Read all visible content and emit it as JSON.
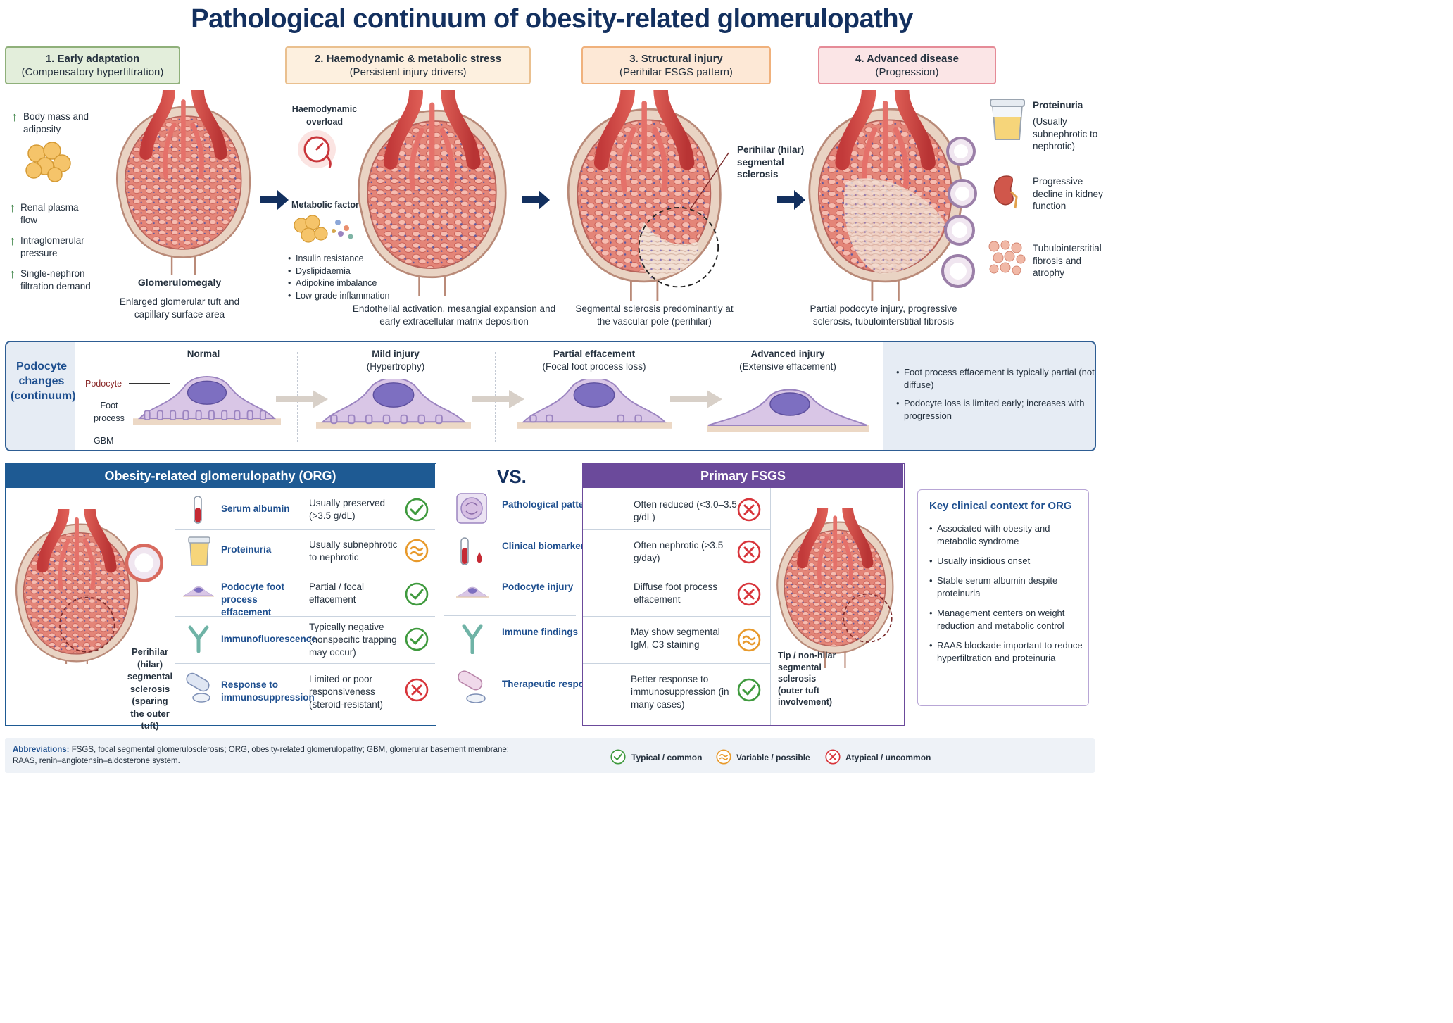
{
  "title": "Pathological continuum of obesity-related glomerulopathy",
  "stages": [
    {
      "title": "1. Early adaptation",
      "subtitle": "(Compensatory hyperfiltration)"
    },
    {
      "title": "2. Haemodynamic & metabolic stress",
      "subtitle": "(Persistent injury drivers)"
    },
    {
      "title": "3. Structural injury",
      "subtitle": "(Perihilar FSGS pattern)"
    },
    {
      "title": "4. Advanced disease",
      "subtitle": "(Progression)"
    }
  ],
  "stage1": {
    "drivers": [
      "Body mass and adiposity",
      "Renal plasma flow",
      "Intraglomerular pressure",
      "Single-nephron filtration demand"
    ],
    "glom_label": "Glomerulomegaly",
    "caption": "Enlarged glomerular tuft and capillary surface area"
  },
  "stage2": {
    "haemo_label": "Haemodynamic overload",
    "metabolic_label": "Metabolic factors",
    "metabolic_items": [
      "Insulin resistance",
      "Dyslipidaemia",
      "Adipokine imbalance",
      "Low-grade inflammation"
    ],
    "caption": "Endothelial activation, mesangial expansion and early extracellular matrix deposition"
  },
  "stage3": {
    "annotation": "Perihilar (hilar) segmental sclerosis",
    "caption": "Segmental sclerosis predominantly at the vascular pole (perihilar)"
  },
  "stage4": {
    "side_items": [
      {
        "title": "Proteinuria",
        "text": "(Usually subnephrotic to nephrotic)",
        "icon": "urine-cup-icon"
      },
      {
        "title": "",
        "text": "Progressive decline in kidney function",
        "icon": "kidney-icon"
      },
      {
        "title": "",
        "text": "Tubulointerstitial fibrosis and atrophy",
        "icon": "fibrosis-icon"
      }
    ],
    "caption": "Partial podocyte injury, progressive sclerosis, tubulointerstitial fibrosis"
  },
  "podocyte": {
    "panel_title": "Podocyte changes (continuum)",
    "labels": {
      "podocyte": "Podocyte",
      "foot": "Foot process",
      "gbm": "GBM"
    },
    "steps": [
      {
        "title": "Normal",
        "subtitle": ""
      },
      {
        "title": "Mild injury",
        "subtitle": "(Hypertrophy)"
      },
      {
        "title": "Partial effacement",
        "subtitle": "(Focal foot process loss)"
      },
      {
        "title": "Advanced injury",
        "subtitle": "(Extensive effacement)"
      }
    ],
    "notes": [
      "Foot process effacement is typically partial (not diffuse)",
      "Podocyte loss is limited early; increases with progression"
    ]
  },
  "comparison": {
    "org_title": "Obesity-related glomerulopathy (ORG)",
    "fsgs_title": "Primary FSGS",
    "vs": "VS.",
    "org_rows": [
      {
        "label": "Serum albumin",
        "value": "Usually preserved (>3.5 g/dL)",
        "status": "typical"
      },
      {
        "label": "Proteinuria",
        "value": "Usually subnephrotic to nephrotic",
        "status": "variable"
      },
      {
        "label": "Podocyte foot process effacement",
        "value": "Partial / focal effacement",
        "status": "typical"
      },
      {
        "label": "Immunofluorescence",
        "value": "Typically negative (nonspecific trapping may occur)",
        "status": "typical"
      },
      {
        "label": "Response to immunosuppression",
        "value": "Limited or poor responsiveness (steroid-resistant)",
        "status": "atypical"
      }
    ],
    "middle_labels": [
      "Pathological pattern",
      "Clinical biomarker",
      "Podocyte injury",
      "Immune findings",
      "Therapeutic response"
    ],
    "fsgs_rows": [
      {
        "value": "Often reduced (<3.0–3.5 g/dL)",
        "status": "atypical"
      },
      {
        "value": "Often nephrotic (>3.5 g/day)",
        "status": "atypical"
      },
      {
        "value": "Diffuse foot process effacement",
        "status": "atypical"
      },
      {
        "value": "May show segmental IgM, C3 staining",
        "status": "variable"
      },
      {
        "value": "Better response to immunosuppression (in many cases)",
        "status": "typical"
      }
    ],
    "org_image_label": "Perihilar (hilar) segmental sclerosis (sparing the outer tuft)",
    "fsgs_image_label": "Tip / non-hilar segmental sclerosis (outer tuft involvement)"
  },
  "key_context": {
    "title": "Key clinical context for ORG",
    "items": [
      "Associated with obesity and metabolic syndrome",
      "Usually insidious onset",
      "Stable serum albumin despite proteinuria",
      "Management centers on weight reduction and metabolic control",
      "RAAS blockade important to reduce hyperfiltration and proteinuria"
    ]
  },
  "footer": {
    "abbr_label": "Abbreviations:",
    "abbr_text": "FSGS, focal segmental glomerulosclerosis; ORG, obesity-related glomerulopathy; GBM, glomerular basement membrane; RAAS, renin–angiotensin–aldosterone system.",
    "legend": [
      {
        "status": "typical",
        "label": "Typical / common"
      },
      {
        "status": "variable",
        "label": "Variable / possible"
      },
      {
        "status": "atypical",
        "label": "Atypical / uncommon"
      }
    ]
  },
  "colors": {
    "navy": "#13305f",
    "org_blue": "#1e5a93",
    "fsgs_purple": "#6b4a9b",
    "typical": "#3f9a3e",
    "variable": "#e89a2c",
    "atypical": "#d8353b"
  }
}
